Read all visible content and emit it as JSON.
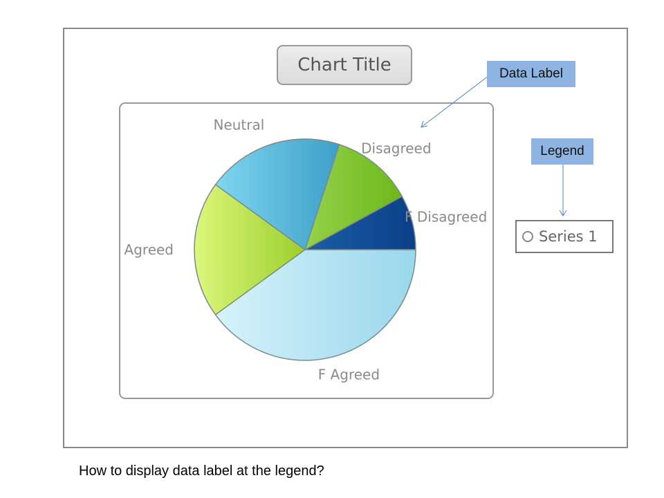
{
  "chart_data": {
    "type": "pie",
    "title": "Chart Title",
    "categories": [
      "F Disagreed",
      "Disagreed",
      "Neutral",
      "Agreed",
      "F Agreed"
    ],
    "values": [
      8,
      12,
      20,
      20,
      40
    ],
    "legend": {
      "entries": [
        "Series 1"
      ],
      "placement": "right"
    },
    "colors": [
      [
        "#1a5ea8",
        "#0b3f87"
      ],
      [
        "#95d14a",
        "#6cb81c"
      ],
      [
        "#7fd6f0",
        "#3e9fc8"
      ],
      [
        "#dcf77a",
        "#9ccf2f"
      ],
      [
        "#d6f3fb",
        "#9ad7ec"
      ]
    ]
  },
  "annotations": {
    "data_label": "Data Label",
    "legend": "Legend",
    "question": "How to display data label at the legend?"
  }
}
